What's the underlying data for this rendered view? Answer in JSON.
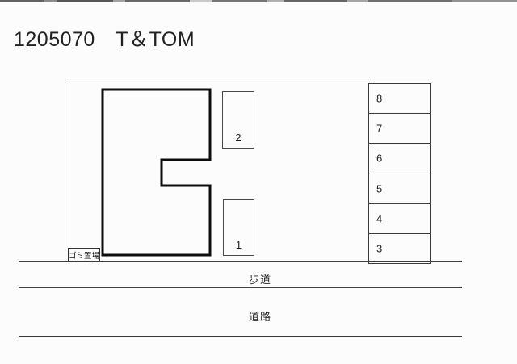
{
  "header": {
    "title": "1205070　T＆TOM"
  },
  "site": {
    "garbage_label": "ゴミ置場",
    "spaces": [
      {
        "label": "2"
      },
      {
        "label": "1"
      }
    ],
    "stalls": [
      {
        "label": "8"
      },
      {
        "label": "7"
      },
      {
        "label": "6"
      },
      {
        "label": "5"
      },
      {
        "label": "4"
      },
      {
        "label": "3"
      }
    ]
  },
  "streets": {
    "sidewalk": "歩道",
    "road": "道路"
  },
  "colors": {
    "background": "#fcfcfc",
    "thin_line": "#3a3a3a",
    "building_line": "#0c0c0c",
    "text": "#1f1f1f"
  }
}
